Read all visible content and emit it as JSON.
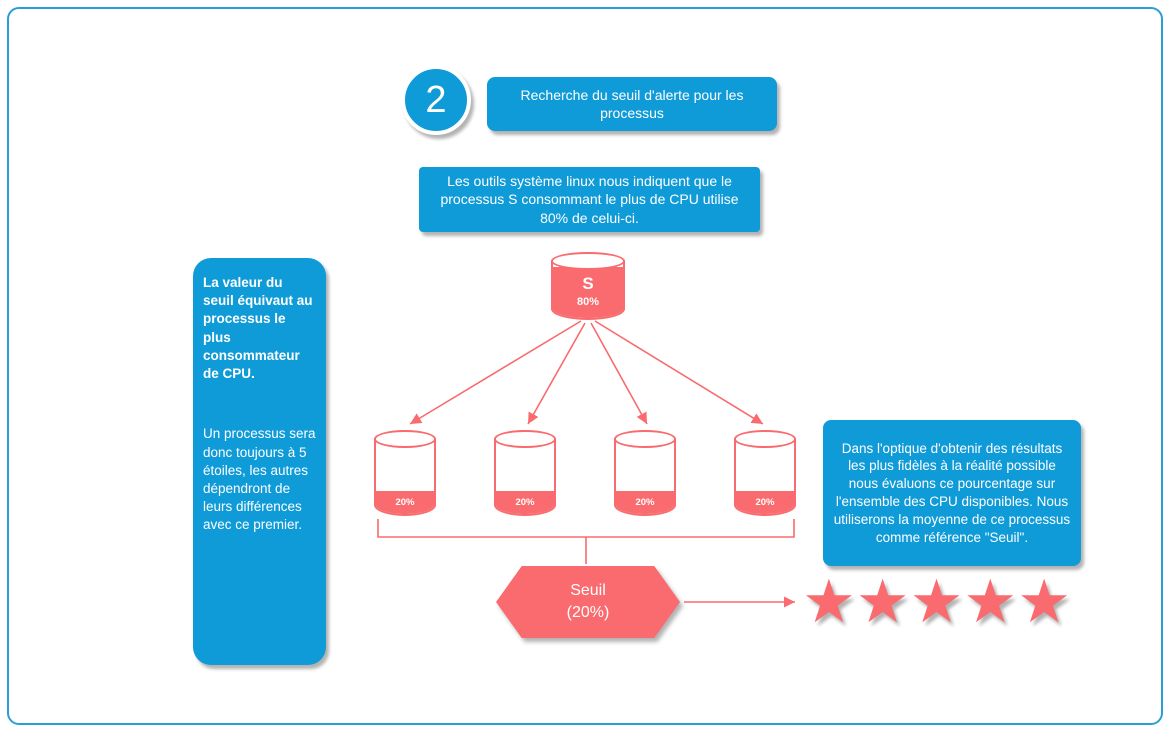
{
  "colors": {
    "blue": "#0f9bd8",
    "salmon": "#f96b6e"
  },
  "step_badge": {
    "number": "2"
  },
  "title_box": {
    "text": "Recherche du seuil d'alerte pour les processus"
  },
  "intro_box": {
    "text": "Les outils système linux nous indiquent que le processus S consommant le plus de CPU utilise 80% de celui-ci."
  },
  "left_note": {
    "heading": "La valeur du seuil équivaut au processus le plus consommateur de CPU.",
    "body": "Un processus sera donc toujours à 5 étoiles, les autres dépendront de leurs différences avec ce premier."
  },
  "main_cylinder": {
    "label": "S",
    "percent": "80%"
  },
  "child_cylinders": [
    {
      "percent": "20%"
    },
    {
      "percent": "20%"
    },
    {
      "percent": "20%"
    },
    {
      "percent": "20%"
    }
  ],
  "seuil_hexagon": {
    "label": "Seuil",
    "value": "(20%)"
  },
  "right_note": {
    "text": "Dans l'optique d'obtenir des résultats les plus fidèles à la réalité possible nous évaluons ce pourcentage sur l'ensemble des CPU disponibles. Nous utiliserons la moyenne de ce processus comme référence \"Seuil\"."
  },
  "rating": {
    "count": 5,
    "star_glyph": "★"
  }
}
